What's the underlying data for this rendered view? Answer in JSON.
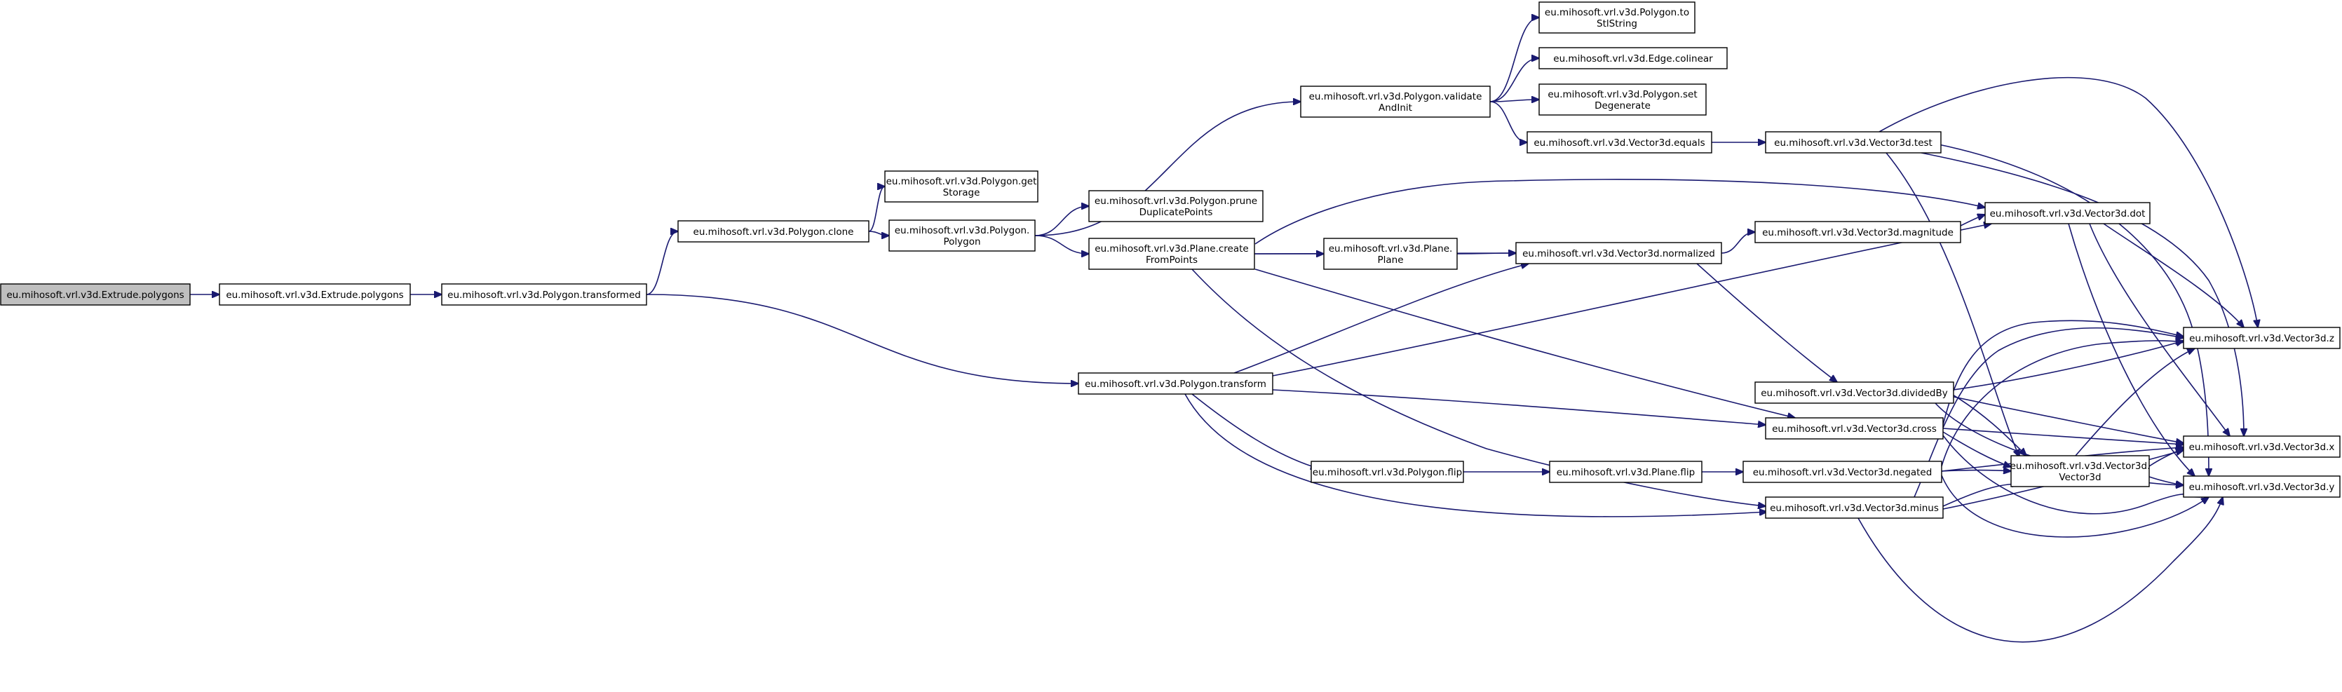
{
  "colors": {
    "edge": "#191970",
    "root_fill": "#bfbfbf",
    "node_fill": "#ffffff",
    "border": "#000000"
  },
  "nodes": [
    {
      "id": "root",
      "label": [
        "eu.mihosoft.vrl.v3d.Extrude.polygons"
      ],
      "root": true
    },
    {
      "id": "ext_polys",
      "label": [
        "eu.mihosoft.vrl.v3d.Extrude.polygons"
      ]
    },
    {
      "id": "transformed",
      "label": [
        "eu.mihosoft.vrl.v3d.Polygon.transformed"
      ]
    },
    {
      "id": "clone",
      "label": [
        "eu.mihosoft.vrl.v3d.Polygon.clone"
      ]
    },
    {
      "id": "getstorage",
      "label": [
        "eu.mihosoft.vrl.v3d.Polygon.get",
        "Storage"
      ]
    },
    {
      "id": "polygon_ctor",
      "label": [
        "eu.mihosoft.vrl.v3d.Polygon.",
        "Polygon"
      ]
    },
    {
      "id": "validate",
      "label": [
        "eu.mihosoft.vrl.v3d.Polygon.validate",
        "AndInit"
      ]
    },
    {
      "id": "tostl",
      "label": [
        "eu.mihosoft.vrl.v3d.Polygon.to",
        "StlString"
      ]
    },
    {
      "id": "colinear",
      "label": [
        "eu.mihosoft.vrl.v3d.Edge.colinear"
      ]
    },
    {
      "id": "setdegen",
      "label": [
        "eu.mihosoft.vrl.v3d.Polygon.set",
        "Degenerate"
      ]
    },
    {
      "id": "equals",
      "label": [
        "eu.mihosoft.vrl.v3d.Vector3d.equals"
      ]
    },
    {
      "id": "test",
      "label": [
        "eu.mihosoft.vrl.v3d.Vector3d.test"
      ]
    },
    {
      "id": "prune",
      "label": [
        "eu.mihosoft.vrl.v3d.Polygon.prune",
        "DuplicatePoints"
      ]
    },
    {
      "id": "createfp",
      "label": [
        "eu.mihosoft.vrl.v3d.Plane.create",
        "FromPoints"
      ]
    },
    {
      "id": "plane_ctor",
      "label": [
        "eu.mihosoft.vrl.v3d.Plane.",
        "Plane"
      ]
    },
    {
      "id": "normalized",
      "label": [
        "eu.mihosoft.vrl.v3d.Vector3d.normalized"
      ]
    },
    {
      "id": "magnitude",
      "label": [
        "eu.mihosoft.vrl.v3d.Vector3d.magnitude"
      ]
    },
    {
      "id": "dot",
      "label": [
        "eu.mihosoft.vrl.v3d.Vector3d.dot"
      ]
    },
    {
      "id": "transform",
      "label": [
        "eu.mihosoft.vrl.v3d.Polygon.transform"
      ]
    },
    {
      "id": "dividedby",
      "label": [
        "eu.mihosoft.vrl.v3d.Vector3d.dividedBy"
      ]
    },
    {
      "id": "cross",
      "label": [
        "eu.mihosoft.vrl.v3d.Vector3d.cross"
      ]
    },
    {
      "id": "polyflip",
      "label": [
        "eu.mihosoft.vrl.v3d.Polygon.flip"
      ]
    },
    {
      "id": "planeflip",
      "label": [
        "eu.mihosoft.vrl.v3d.Plane.flip"
      ]
    },
    {
      "id": "negated",
      "label": [
        "eu.mihosoft.vrl.v3d.Vector3d.negated"
      ]
    },
    {
      "id": "minus",
      "label": [
        "eu.mihosoft.vrl.v3d.Vector3d.minus"
      ]
    },
    {
      "id": "v3d_ctor",
      "label": [
        "eu.mihosoft.vrl.v3d.Vector3d.",
        "Vector3d"
      ]
    },
    {
      "id": "vz",
      "label": [
        "eu.mihosoft.vrl.v3d.Vector3d.z"
      ]
    },
    {
      "id": "vx",
      "label": [
        "eu.mihosoft.vrl.v3d.Vector3d.x"
      ]
    },
    {
      "id": "vy",
      "label": [
        "eu.mihosoft.vrl.v3d.Vector3d.y"
      ]
    }
  ],
  "edges": [
    [
      "root",
      "ext_polys"
    ],
    [
      "ext_polys",
      "transformed"
    ],
    [
      "transformed",
      "clone"
    ],
    [
      "transformed",
      "transform"
    ],
    [
      "clone",
      "getstorage"
    ],
    [
      "clone",
      "polygon_ctor"
    ],
    [
      "polygon_ctor",
      "validate"
    ],
    [
      "polygon_ctor",
      "prune"
    ],
    [
      "polygon_ctor",
      "createfp"
    ],
    [
      "validate",
      "tostl"
    ],
    [
      "validate",
      "colinear"
    ],
    [
      "validate",
      "setdegen"
    ],
    [
      "validate",
      "equals"
    ],
    [
      "equals",
      "test"
    ],
    [
      "test",
      "v3d_ctor"
    ],
    [
      "test",
      "vz"
    ],
    [
      "test",
      "vx"
    ],
    [
      "test",
      "vy"
    ],
    [
      "createfp",
      "dot"
    ],
    [
      "createfp",
      "plane_ctor"
    ],
    [
      "createfp",
      "normalized"
    ],
    [
      "createfp",
      "cross"
    ],
    [
      "createfp",
      "minus"
    ],
    [
      "plane_ctor",
      "normalized"
    ],
    [
      "normalized",
      "magnitude"
    ],
    [
      "normalized",
      "dividedby"
    ],
    [
      "magnitude",
      "dot"
    ],
    [
      "dot",
      "vz"
    ],
    [
      "dot",
      "vx"
    ],
    [
      "dot",
      "vy"
    ],
    [
      "transform",
      "normalized"
    ],
    [
      "transform",
      "dot"
    ],
    [
      "transform",
      "cross"
    ],
    [
      "transform",
      "polyflip"
    ],
    [
      "transform",
      "minus"
    ],
    [
      "polyflip",
      "planeflip"
    ],
    [
      "planeflip",
      "negated"
    ],
    [
      "dividedby",
      "v3d_ctor"
    ],
    [
      "dividedby",
      "vz"
    ],
    [
      "dividedby",
      "vx"
    ],
    [
      "dividedby",
      "vy"
    ],
    [
      "cross",
      "v3d_ctor"
    ],
    [
      "cross",
      "vz"
    ],
    [
      "cross",
      "vx"
    ],
    [
      "cross",
      "vy"
    ],
    [
      "negated",
      "v3d_ctor"
    ],
    [
      "negated",
      "vz"
    ],
    [
      "negated",
      "vx"
    ],
    [
      "negated",
      "vy"
    ],
    [
      "minus",
      "v3d_ctor"
    ],
    [
      "minus",
      "vz"
    ],
    [
      "minus",
      "vx"
    ],
    [
      "minus",
      "vy"
    ],
    [
      "v3d_ctor",
      "vz"
    ],
    [
      "v3d_ctor",
      "vx"
    ],
    [
      "v3d_ctor",
      "vy"
    ]
  ]
}
